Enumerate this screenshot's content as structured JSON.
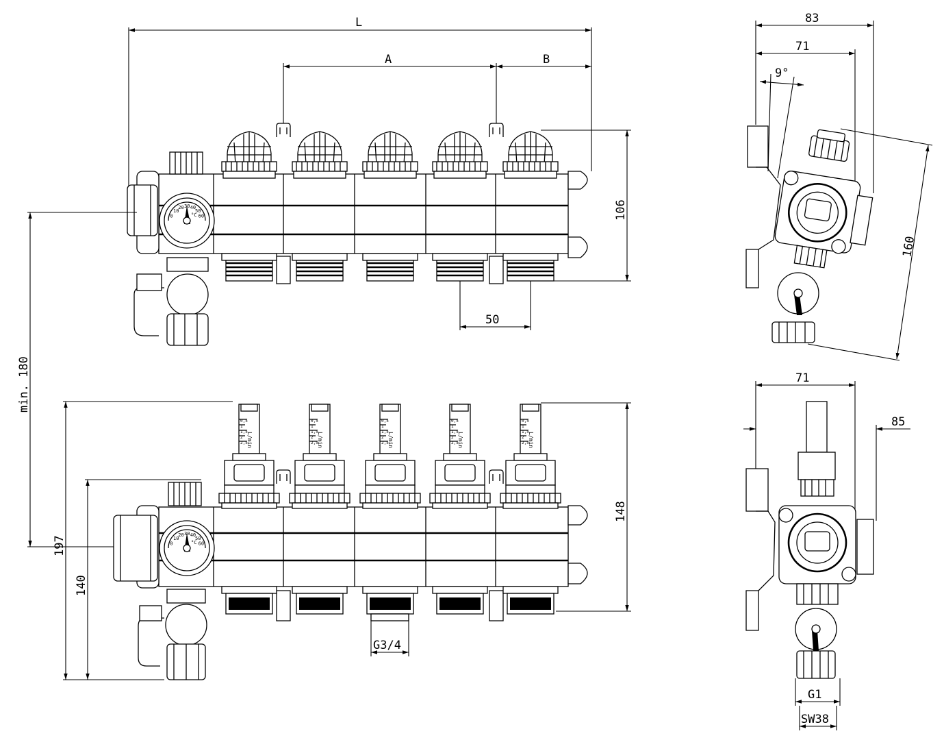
{
  "dimensions": {
    "L": "L",
    "A": "A",
    "B": "B",
    "d106": "106",
    "d50": "50",
    "min180": "min. 180",
    "d197": "197",
    "d140": "140",
    "d148": "148",
    "g34": "G3/4",
    "d83": "83",
    "d71_top": "71",
    "angle9": "9°",
    "d160": "160",
    "d71_bottom": "71",
    "d85": "85",
    "g1": "G1",
    "sw38": "SW38"
  },
  "gauge": {
    "scale_labels": [
      "0",
      "10",
      "20",
      "30",
      "40",
      "50",
      "60"
    ],
    "unit": "°C"
  },
  "flowmeter": {
    "unit": "L/min",
    "marks": [
      "0,5",
      "1",
      "1,5",
      "2",
      "2,5"
    ]
  }
}
